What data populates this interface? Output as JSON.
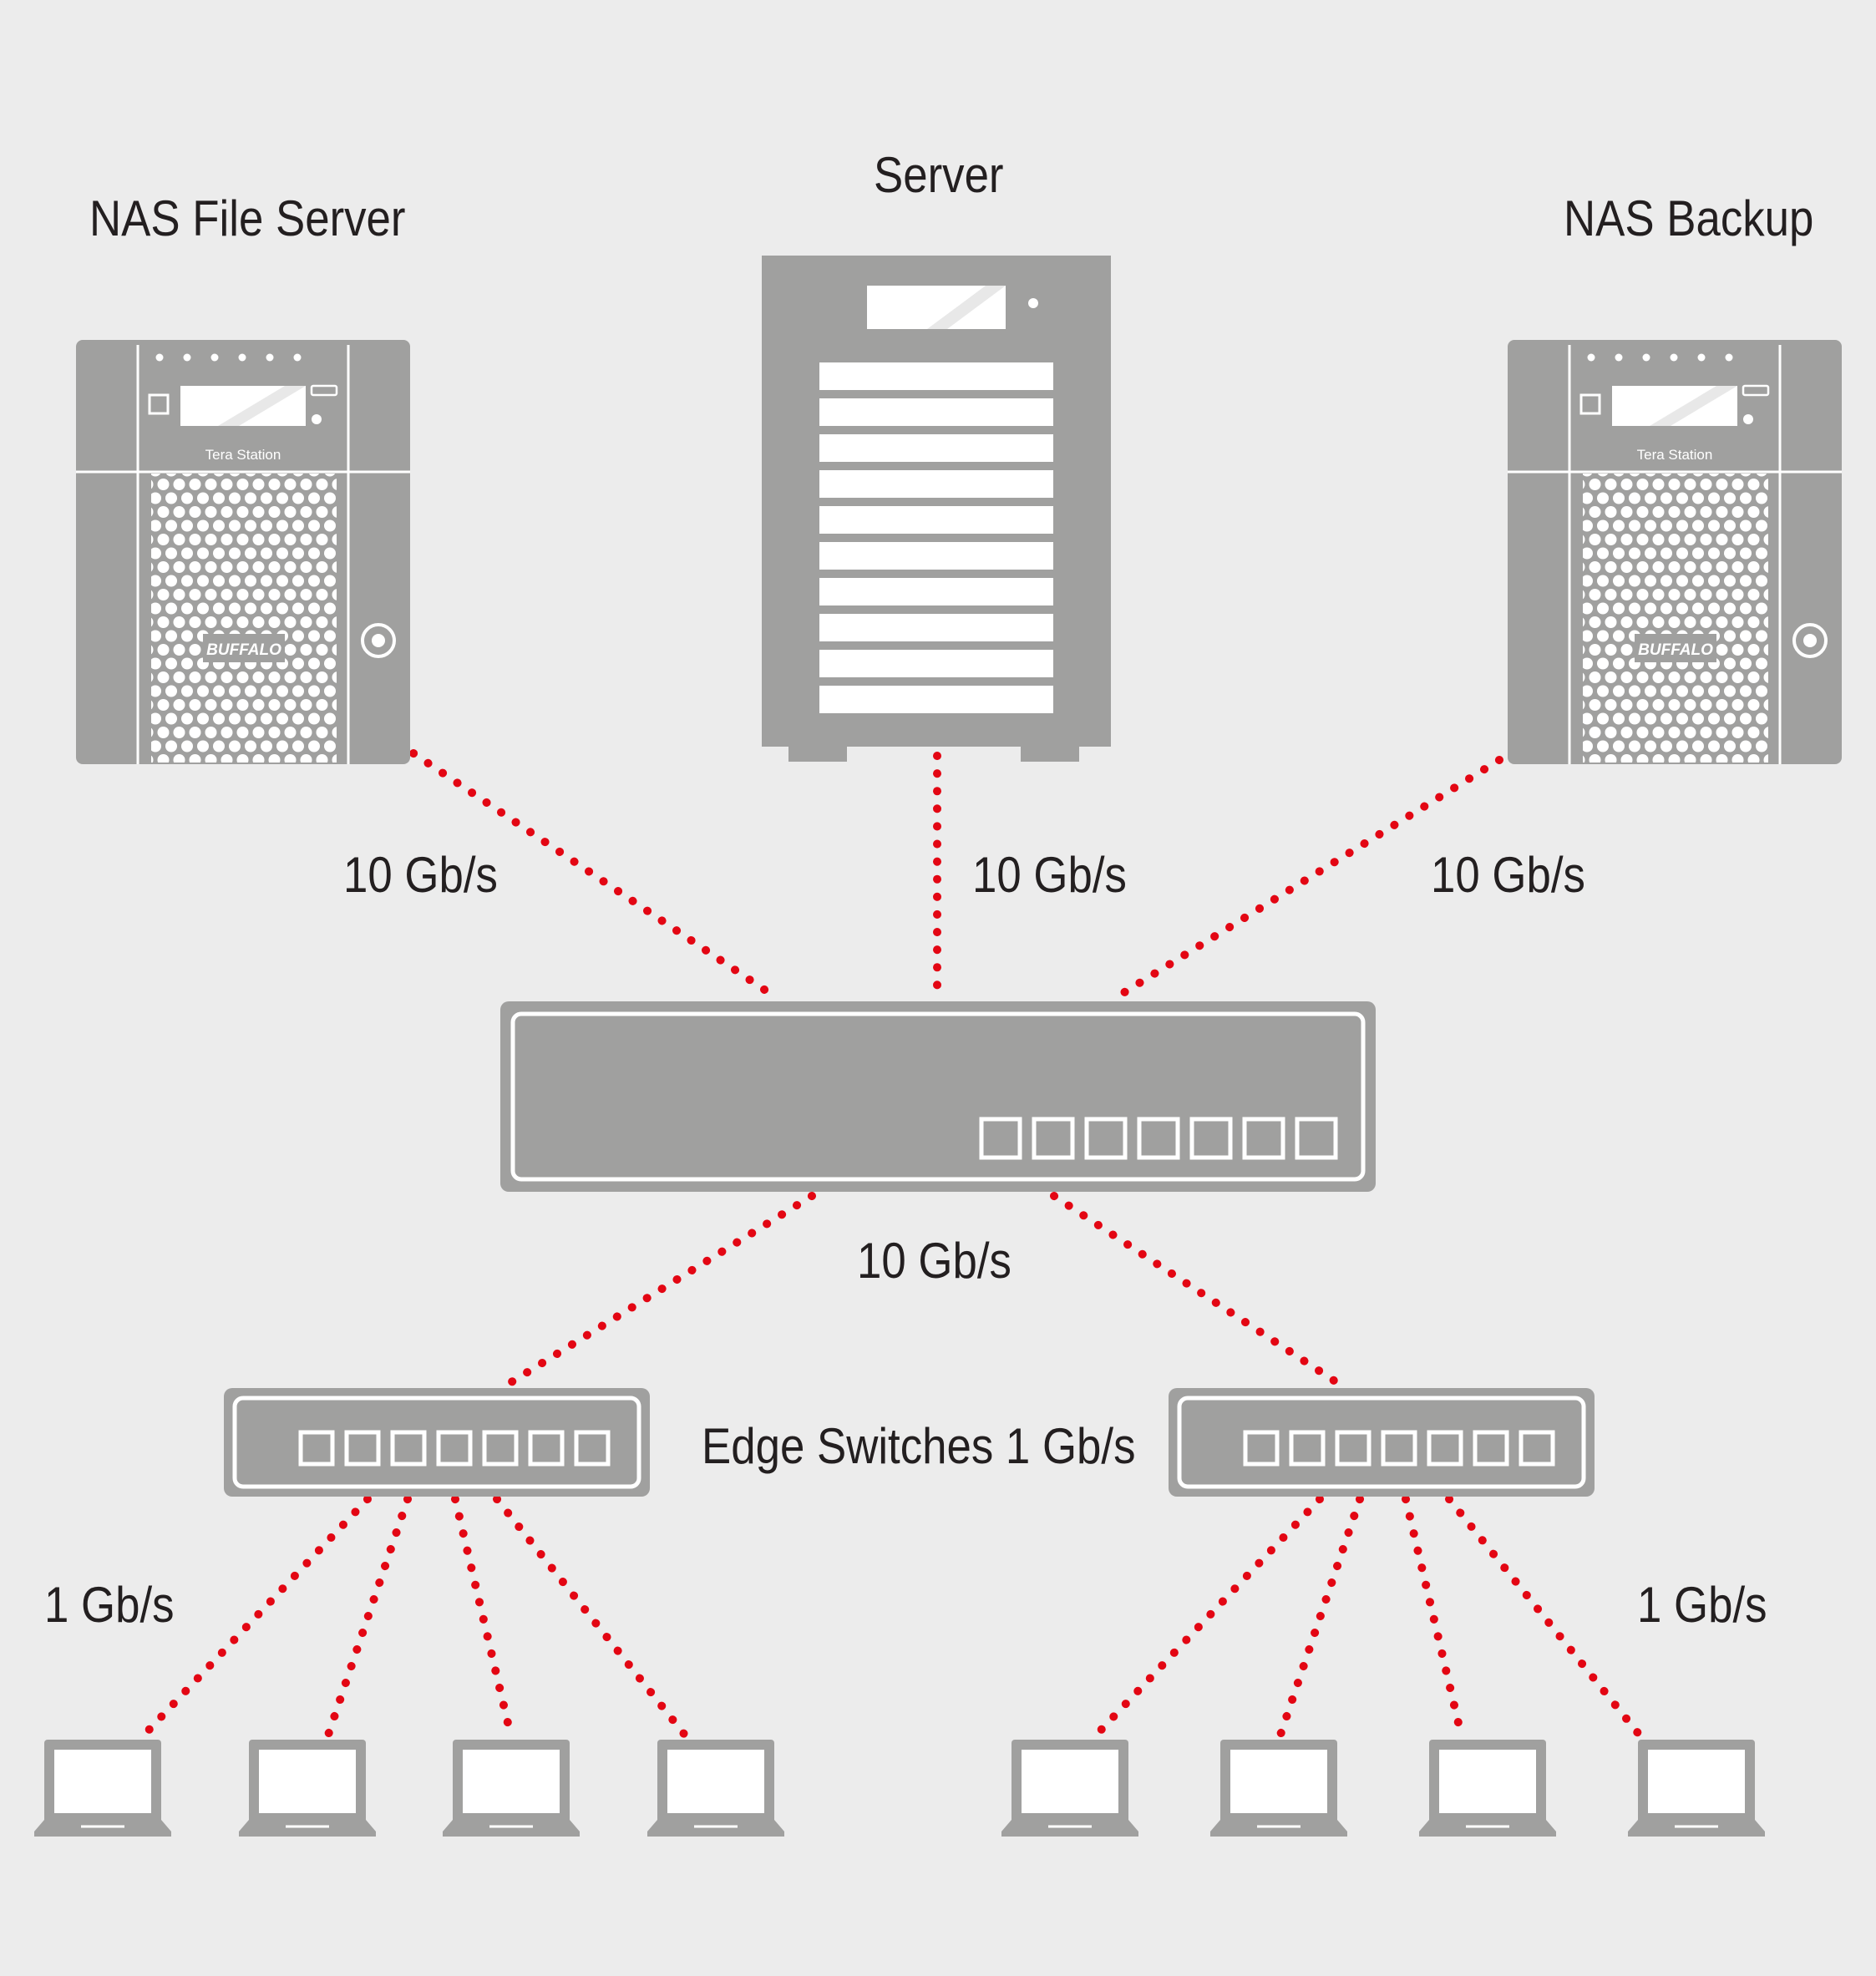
{
  "labels": {
    "nas_file_server": "NAS File Server",
    "server": "Server",
    "nas_backup": "NAS Backup",
    "link_nas_file_server": "10 Gb/s",
    "link_server": "10 Gb/s",
    "link_nas_backup": "10 Gb/s",
    "link_core_to_edge": "10 Gb/s",
    "edge_switches": "Edge Switches 1 Gb/s",
    "link_left_clients": "1 Gb/s",
    "link_right_clients": "1 Gb/s"
  },
  "nas_device": {
    "model_text": "Tera Station",
    "brand_text": "BUFFALO"
  },
  "colors": {
    "background": "#ececec",
    "device": "#a0a09f",
    "device_detail": "#ffffff",
    "link": "#e30613",
    "text": "#231f20"
  }
}
